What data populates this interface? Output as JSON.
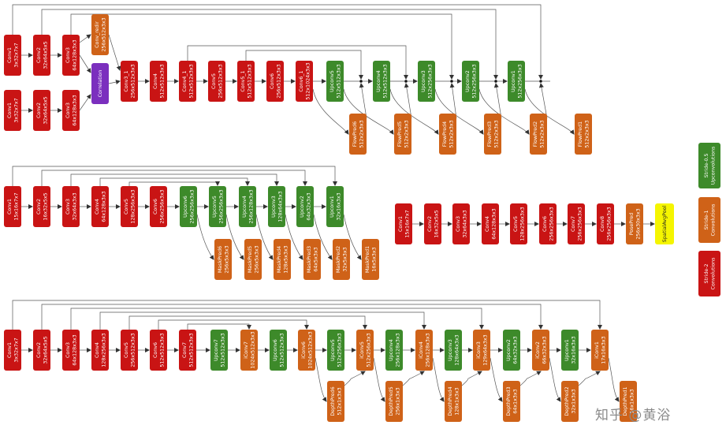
{
  "colors": {
    "conv": "#c91414",
    "upconv": "#3d8a2a",
    "stride1": "#cf6218",
    "corr": "#7b2fbe",
    "pool": "#f5f500"
  },
  "watermark": "知乎 @黄浴",
  "flownet": [
    {
      "key": "conv1a",
      "title": "Conv1",
      "sub": "3x32x7x7",
      "c": "conv"
    },
    {
      "key": "conv2a",
      "title": "Conv2",
      "sub": "32x64x5x5",
      "c": "conv"
    },
    {
      "key": "conv3a",
      "title": "Conv3",
      "sub": "64x128x3x3",
      "c": "conv"
    },
    {
      "key": "conv1b",
      "title": "Conv1",
      "sub": "3x32x7x7",
      "c": "conv"
    },
    {
      "key": "conv2b",
      "title": "Conv2",
      "sub": "32x64x5x5",
      "c": "conv"
    },
    {
      "key": "conv3b",
      "title": "Conv3",
      "sub": "64x128x3x3",
      "c": "conv"
    },
    {
      "key": "convredir",
      "title": "Conv_redir",
      "sub": "256x512x3x3",
      "c": "stride1"
    },
    {
      "key": "corr",
      "title": "Correlation",
      "sub": "",
      "c": "corr"
    },
    {
      "key": "conv3_1",
      "title": "Conv3_1",
      "sub": "256x512x3x3",
      "c": "conv"
    },
    {
      "key": "conv4",
      "title": "Conv4",
      "sub": "512x512x3x3",
      "c": "conv"
    },
    {
      "key": "conv4_1",
      "title": "Conv4_1",
      "sub": "512x512x3x3",
      "c": "conv"
    },
    {
      "key": "conv5",
      "title": "Conv5",
      "sub": "256x512x3x3",
      "c": "conv"
    },
    {
      "key": "conv5_1",
      "title": "Conv5_1",
      "sub": "512x512x3x3",
      "c": "conv"
    },
    {
      "key": "conv6",
      "title": "Conv6",
      "sub": "256x512x3x3",
      "c": "conv"
    },
    {
      "key": "conv6_1",
      "title": "Conv6_1",
      "sub": "512x1024x3x3",
      "c": "conv"
    },
    {
      "key": "upconv5",
      "title": "Upconv5",
      "sub": "512x512x3x3",
      "c": "upconv"
    },
    {
      "key": "upconv4",
      "title": "Upconv4",
      "sub": "512x512x3x3",
      "c": "upconv"
    },
    {
      "key": "upconv3",
      "title": "Upconv3",
      "sub": "512x256x3x3",
      "c": "upconv"
    },
    {
      "key": "upconv2",
      "title": "Upconv2",
      "sub": "512x256x3x3",
      "c": "upconv"
    },
    {
      "key": "upconv1",
      "title": "Upconv1",
      "sub": "512x256x3x3",
      "c": "upconv"
    },
    {
      "key": "flowpred6",
      "title": "FlowPred6",
      "sub": "512x2x3x3",
      "c": "stride1"
    },
    {
      "key": "flowpred5",
      "title": "FlowPred5",
      "sub": "512x2x3x3",
      "c": "stride1"
    },
    {
      "key": "flowpred4",
      "title": "FlowPred4",
      "sub": "512x2x3x3",
      "c": "stride1"
    },
    {
      "key": "flowpred3",
      "title": "FlowPred3",
      "sub": "512x2x3x3",
      "c": "stride1"
    },
    {
      "key": "flowpred2",
      "title": "FlowPred2",
      "sub": "512x2x3x3",
      "c": "stride1"
    },
    {
      "key": "flowpred1",
      "title": "FlowPred1",
      "sub": "512x2x3x3",
      "c": "stride1"
    }
  ],
  "masknet": [
    {
      "key": "m_conv1",
      "title": "Conv1",
      "sub": "15x16x7x7",
      "c": "conv"
    },
    {
      "key": "m_conv2",
      "title": "Conv2",
      "sub": "16x32x5x5",
      "c": "conv"
    },
    {
      "key": "m_conv3",
      "title": "Conv3",
      "sub": "32x64x3x3",
      "c": "conv"
    },
    {
      "key": "m_conv4",
      "title": "Conv4",
      "sub": "64x128x3x3",
      "c": "conv"
    },
    {
      "key": "m_conv5",
      "title": "Conv5",
      "sub": "128x256x3x3",
      "c": "conv"
    },
    {
      "key": "m_conv6",
      "title": "Conv6",
      "sub": "256x256x3x3",
      "c": "conv"
    },
    {
      "key": "m_upconv6",
      "title": "Upconv6",
      "sub": "256x256x3x3",
      "c": "upconv"
    },
    {
      "key": "m_upconv5",
      "title": "Upconv5",
      "sub": "256x256x3x3",
      "c": "upconv"
    },
    {
      "key": "m_upconv4",
      "title": "Upconv4",
      "sub": "256x128x3x3",
      "c": "upconv"
    },
    {
      "key": "m_upconv3",
      "title": "Upconv3",
      "sub": "128x64x3x3",
      "c": "upconv"
    },
    {
      "key": "m_upconv2",
      "title": "Upconv2",
      "sub": "64x32x3x3",
      "c": "upconv"
    },
    {
      "key": "m_upconv1",
      "title": "Upconv1",
      "sub": "32x16x3x3",
      "c": "upconv"
    },
    {
      "key": "maskpred6",
      "title": "MaskPred6",
      "sub": "256x5x3x3",
      "c": "stride1"
    },
    {
      "key": "maskpred5",
      "title": "MaskPred5",
      "sub": "256x5x3x3",
      "c": "stride1"
    },
    {
      "key": "maskpred4",
      "title": "MaskPred4",
      "sub": "128x5x3x3",
      "c": "stride1"
    },
    {
      "key": "maskpred3",
      "title": "MaskPred3",
      "sub": "64x5x3x3",
      "c": "stride1"
    },
    {
      "key": "maskpred2",
      "title": "MaskPred2",
      "sub": "32x5x3x3",
      "c": "stride1"
    },
    {
      "key": "maskpred1",
      "title": "MaskPred1",
      "sub": "16x5x3x3",
      "c": "stride1"
    }
  ],
  "posenet": [
    {
      "key": "p_conv1",
      "title": "Conv1",
      "sub": "15x16x7x7",
      "c": "conv"
    },
    {
      "key": "p_conv2",
      "title": "Conv2",
      "sub": "16x32x5x5",
      "c": "conv"
    },
    {
      "key": "p_conv3",
      "title": "Conv3",
      "sub": "32x64x3x3",
      "c": "conv"
    },
    {
      "key": "p_conv4",
      "title": "Conv4",
      "sub": "64x128x3x3",
      "c": "conv"
    },
    {
      "key": "p_conv5",
      "title": "Conv5",
      "sub": "128x256x3x3",
      "c": "conv"
    },
    {
      "key": "p_conv6",
      "title": "Conv6",
      "sub": "256x256x3x3",
      "c": "conv"
    },
    {
      "key": "p_conv7",
      "title": "Conv7",
      "sub": "256x256x3x3",
      "c": "conv"
    },
    {
      "key": "p_conv8",
      "title": "Conv8",
      "sub": "256x256x3x3",
      "c": "conv"
    },
    {
      "key": "posepred",
      "title": "PosePred",
      "sub": "256x30x3x3",
      "c": "stride1"
    },
    {
      "key": "spatialavgpool",
      "title": "SpatialAvgPool",
      "sub": "",
      "c": "pool"
    }
  ],
  "legend": [
    {
      "key": "leg_upconv",
      "title": "Stride-0.5",
      "sub": "Upconvolutions",
      "c": "upconv"
    },
    {
      "key": "leg_stride1",
      "title": "Stride-1",
      "sub": "Convolutions",
      "c": "stride1"
    },
    {
      "key": "leg_stride2",
      "title": "Stride-2",
      "sub": "Convolutions",
      "c": "conv"
    }
  ],
  "depthnet": [
    {
      "key": "d_conv1",
      "title": "Conv1",
      "sub": "3x32x7x7",
      "c": "conv"
    },
    {
      "key": "d_conv2",
      "title": "Conv2",
      "sub": "32x64x5x5",
      "c": "conv"
    },
    {
      "key": "d_conv3",
      "title": "Conv3",
      "sub": "64x128x3x3",
      "c": "conv"
    },
    {
      "key": "d_conv4",
      "title": "Conv4",
      "sub": "128x256x3x3",
      "c": "conv"
    },
    {
      "key": "d_conv5",
      "title": "Conv5",
      "sub": "256x512x3x3",
      "c": "conv"
    },
    {
      "key": "d_conv6",
      "title": "Conv6",
      "sub": "512x512x3x3",
      "c": "conv"
    },
    {
      "key": "d_conv7",
      "title": "Conv7",
      "sub": "512x512x3x3",
      "c": "conv"
    },
    {
      "key": "d_upconv7",
      "title": "Upconv7",
      "sub": "512x512x3x3",
      "c": "upconv"
    },
    {
      "key": "d_iconv7",
      "title": "iConv7",
      "sub": "1024x512x3x3",
      "c": "stride1"
    },
    {
      "key": "d_upconv6",
      "title": "Upconv6",
      "sub": "512x512x3x3",
      "c": "upconv"
    },
    {
      "key": "d_iconv6",
      "title": "iConv6",
      "sub": "1024x512x3x3",
      "c": "stride1"
    },
    {
      "key": "d_upconv5",
      "title": "Upconv5",
      "sub": "512x256x3x3",
      "c": "upconv"
    },
    {
      "key": "d_iconv5",
      "title": "iConv5",
      "sub": "512x256x3x3",
      "c": "stride1"
    },
    {
      "key": "d_upconv4",
      "title": "Upconv4",
      "sub": "256x128x3x3",
      "c": "upconv"
    },
    {
      "key": "d_iconv4",
      "title": "iConv4",
      "sub": "256x128x3x3",
      "c": "stride1"
    },
    {
      "key": "d_upconv3",
      "title": "Upconv3",
      "sub": "128x64x3x3",
      "c": "upconv"
    },
    {
      "key": "d_iconv3",
      "title": "iConv3",
      "sub": "129x64x3x3",
      "c": "stride1"
    },
    {
      "key": "d_upconv2",
      "title": "Upconv2",
      "sub": "64x32x3x3",
      "c": "upconv"
    },
    {
      "key": "d_iconv2",
      "title": "iConv2",
      "sub": "66x32x3x3",
      "c": "stride1"
    },
    {
      "key": "d_upconv1",
      "title": "Upconv1",
      "sub": "32x16x3x3",
      "c": "upconv"
    },
    {
      "key": "d_iconv1",
      "title": "iConv1",
      "sub": "17x16x3x3",
      "c": "stride1"
    },
    {
      "key": "depthpred6",
      "title": "DepthPred6",
      "sub": "512x1x3x3",
      "c": "stride1"
    },
    {
      "key": "depthpred5",
      "title": "DepthPred5",
      "sub": "256x1x3x3",
      "c": "stride1"
    },
    {
      "key": "depthpred4",
      "title": "DepthPred4",
      "sub": "128x1x3x3",
      "c": "stride1"
    },
    {
      "key": "depthpred3",
      "title": "DepthPred3",
      "sub": "64x1x3x3",
      "c": "stride1"
    },
    {
      "key": "depthpred2",
      "title": "DepthPred2",
      "sub": "32x1x3x3",
      "c": "stride1"
    },
    {
      "key": "depthpred1",
      "title": "DepthPred1",
      "sub": "16x1x3x3",
      "c": "stride1"
    }
  ]
}
